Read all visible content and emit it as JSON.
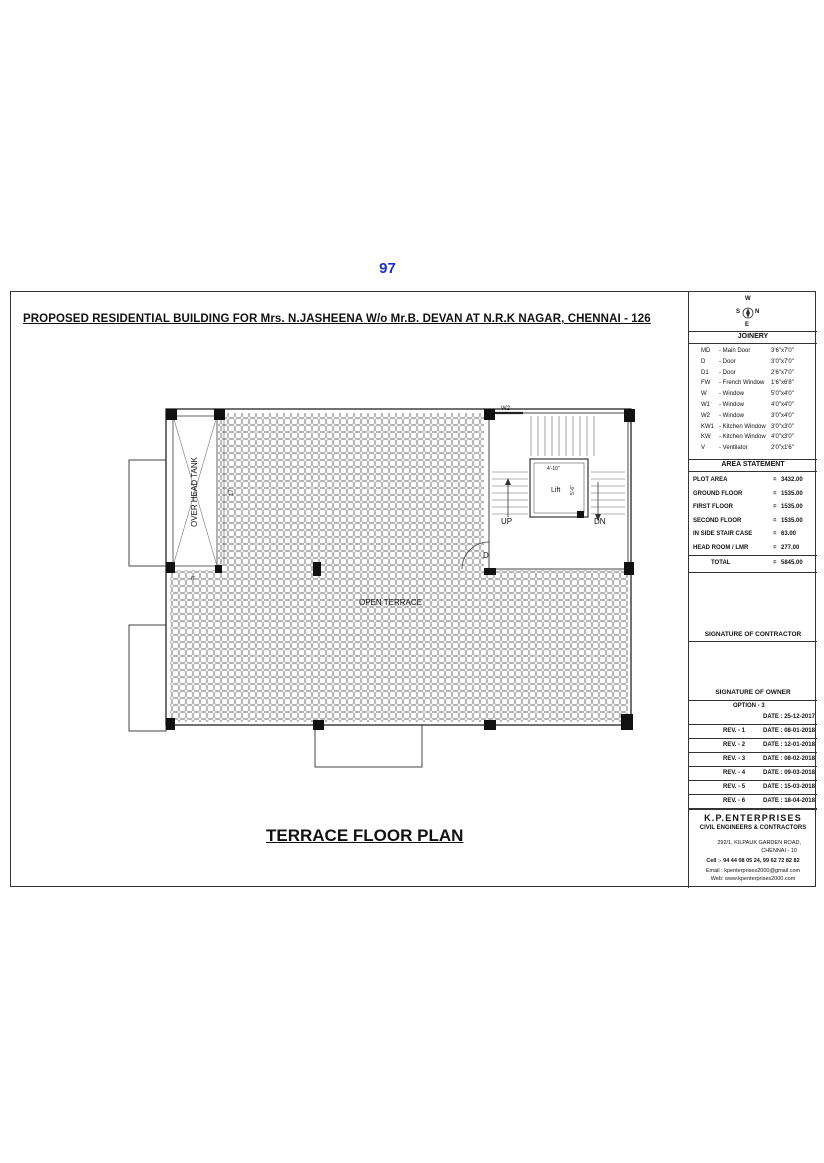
{
  "page_number": "97",
  "drawing": {
    "title": "PROPOSED  RESIDENTIAL  BUILDING   FOR Mrs. N.JASHEENA W/o Mr.B. DEVAN  AT N.R.K  NAGAR, CHENNAI - 126",
    "plan_title": "TERRACE FLOOR PLAN",
    "labels": {
      "overhead_tank": "OVER HEAD TANK",
      "open_terrace": "OPEN  TERRACE",
      "lift": "Lift",
      "lift_width": "4'-10\"",
      "lift_depth": "5'-6\"",
      "up": "UP",
      "dn": "DN",
      "door": "D",
      "window_w2": "W2",
      "dim_17": "17'",
      "dim_6": "6'"
    }
  },
  "compass": {
    "n": "N",
    "s": "S",
    "e": "E",
    "w": "W"
  },
  "joinery": {
    "heading": "JOINERY",
    "rows": [
      {
        "code": "MD",
        "desc": "-  Main Door",
        "size": "3'6\"x7'0\""
      },
      {
        "code": "D",
        "desc": "-  Door",
        "size": "3'0\"x7'0\""
      },
      {
        "code": "D1",
        "desc": "-  Door",
        "size": "2'6\"x7'0\""
      },
      {
        "code": "FW",
        "desc": "-  French Window",
        "size": "1'6\"x6'8\""
      },
      {
        "code": "W",
        "desc": "-  Window",
        "size": "5'0\"x4'0\""
      },
      {
        "code": "W1",
        "desc": "-  Window",
        "size": "4'0\"x4'0\""
      },
      {
        "code": "W2",
        "desc": "-  Window",
        "size": "3'0\"x4'0\""
      },
      {
        "code": "KW1",
        "desc": "-  Kitchen Window",
        "size": "3'0\"x3'0\""
      },
      {
        "code": "KW",
        "desc": "-  Kitchen Window",
        "size": "4'0\"x3'0\""
      },
      {
        "code": "V",
        "desc": "-  Ventilator",
        "size": "2'0\"x1'6\""
      }
    ]
  },
  "area_statement": {
    "heading": "AREA STATEMENT",
    "rows": [
      {
        "label": "PLOT AREA",
        "eq": "=",
        "value": "3432.00"
      },
      {
        "label": "GROUND FLOOR",
        "eq": "=",
        "value": "1535.00"
      },
      {
        "label": "FIRST  FLOOR",
        "eq": "=",
        "value": "1535.00"
      },
      {
        "label": "SECOND  FLOOR",
        "eq": "=",
        "value": "1535.00"
      },
      {
        "label": "IN SIDE STAIR CASE",
        "eq": "=",
        "value": "63.00"
      },
      {
        "label": "HEAD  ROOM / LMR",
        "eq": "=",
        "value": "277.00"
      }
    ],
    "total_label": "TOTAL",
    "total_eq": "=",
    "total_value": "5845.00"
  },
  "signatures": {
    "contractor": "SIGNATURE OF CONTRACTOR",
    "owner": "SIGNATURE OF OWNER"
  },
  "revisions": {
    "option": "OPTION - 3",
    "option_date": "DATE : 25-12-2017",
    "rows": [
      {
        "rev": "REV. - 1",
        "date": "DATE : 08-01-2018"
      },
      {
        "rev": "REV. - 2",
        "date": "DATE : 12-01-2018"
      },
      {
        "rev": "REV. - 3",
        "date": "DATE : 08-02-2018"
      },
      {
        "rev": "REV. - 4",
        "date": "DATE : 09-03-2018"
      },
      {
        "rev": "REV. - 5",
        "date": "DATE : 15-03-2018"
      },
      {
        "rev": "REV. - 6",
        "date": "DATE : 18-04-2018"
      }
    ]
  },
  "firm": {
    "name": "K.P.ENTERPRISES",
    "subtitle": "CIVIL ENGINEERS & CONTRACTORS",
    "address1": "292/1, KILPAUK GARDEN ROAD,",
    "address2": "CHENNAI - 10",
    "phone": "Cell :- 94 44 08 05 24,  99 62 72 82 82",
    "email": "Email : kpenterprises2000@gmail.com",
    "web": "Web: www.kpenterprises2000.com"
  }
}
